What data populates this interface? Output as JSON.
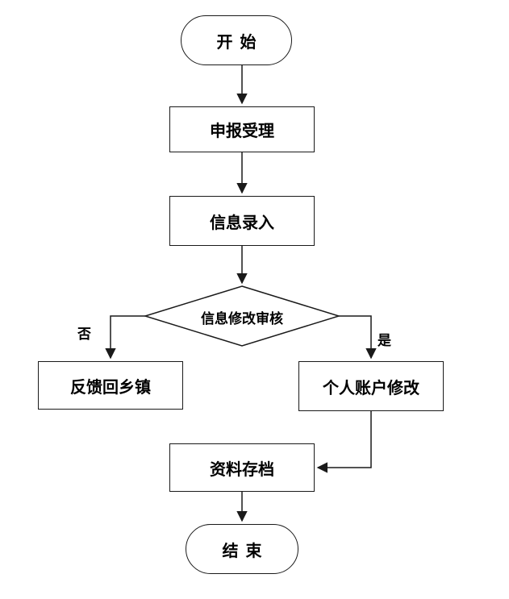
{
  "flowchart": {
    "type": "flowchart",
    "background": "#ffffff",
    "stroke_color": "#1a1a1a",
    "text_color": "#000000",
    "nodes": [
      {
        "id": "start",
        "type": "terminator",
        "label": "开始"
      },
      {
        "id": "accept",
        "type": "process",
        "label": "申报受理"
      },
      {
        "id": "entry",
        "type": "process",
        "label": "信息录入"
      },
      {
        "id": "review",
        "type": "decision",
        "label": "信息修改审核"
      },
      {
        "id": "feedback",
        "type": "process",
        "label": "反馈回乡镇"
      },
      {
        "id": "modify",
        "type": "process",
        "label": "个人账户修改"
      },
      {
        "id": "archive",
        "type": "process",
        "label": "资料存档"
      },
      {
        "id": "end",
        "type": "terminator",
        "label": "结束"
      }
    ],
    "edges": [
      {
        "from": "start",
        "to": "accept",
        "label": ""
      },
      {
        "from": "accept",
        "to": "entry",
        "label": ""
      },
      {
        "from": "entry",
        "to": "review",
        "label": ""
      },
      {
        "from": "review",
        "to": "feedback",
        "label": "否"
      },
      {
        "from": "review",
        "to": "modify",
        "label": "是"
      },
      {
        "from": "modify",
        "to": "archive",
        "label": ""
      },
      {
        "from": "archive",
        "to": "end",
        "label": ""
      }
    ]
  }
}
